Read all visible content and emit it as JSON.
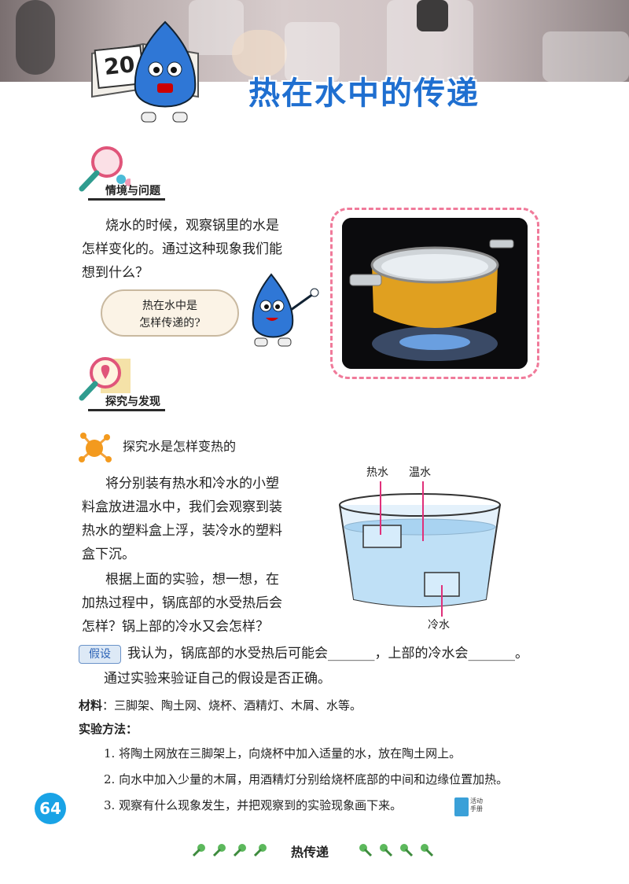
{
  "header": {
    "lesson_number": "20",
    "title": "热在水中的传递"
  },
  "section1": {
    "heading": "情境与问题",
    "paragraph": [
      "烧水的时候，观察锅里的水是",
      "怎样变化的。通过这种现象我们能",
      "想到什么？"
    ],
    "bubble": [
      "热在水中是",
      "怎样传递的?"
    ]
  },
  "section2": {
    "heading": "探究与发现",
    "subheading": "探究水是怎样变热的",
    "paragraph1": [
      "将分别装有热水和冷水的小塑",
      "料盒放进温水中，我们会观察到装",
      "热水的塑料盒上浮，装冷水的塑料",
      "盒下沉。"
    ],
    "paragraph2": [
      "根据上面的实验，想一想，在",
      "加热过程中，锅底部的水受热后会",
      "怎样？锅上部的冷水又会怎样？"
    ],
    "diagram_labels": {
      "hot": "热水",
      "warm": "温水",
      "cold": "冷水"
    },
    "hypothesis_tag": "假设",
    "hypothesis": "我认为，锅底部的水受热后可能会_______，上部的冷水会_______。",
    "verify": "通过实验来验证自己的假设是否正确。",
    "materials_label": "材料",
    "materials": "：三脚架、陶土网、烧杯、酒精灯、木屑、水等。",
    "method_label": "实验方法：",
    "steps": [
      "1. 将陶土网放在三脚架上，向烧杯中加入适量的水，放在陶土网上。",
      "2. 向水中加入少量的木屑，用酒精灯分别给烧杯底部的中间和边缘位置加热。",
      "3. 观察有什么现象发生，并把观察到的实验现象画下来。"
    ],
    "activity_badge": [
      "活动",
      "手册"
    ]
  },
  "footer": {
    "page_number": "64",
    "unit_title": "热传递"
  }
}
